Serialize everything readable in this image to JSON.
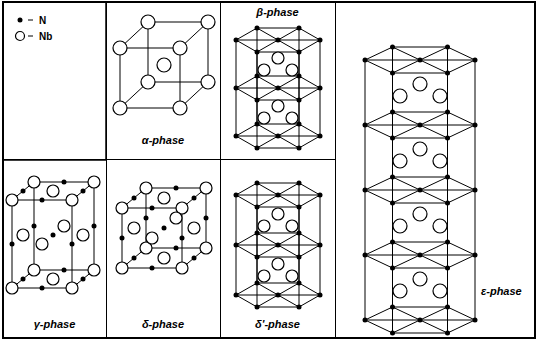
{
  "diagram": {
    "nodes": [
      {
        "text": [
          "α-phase"
        ]
      },
      {
        "text": [
          "β-phase"
        ]
      },
      {
        "text": [
          "ε-phase"
        ]
      },
      {
        "text": [
          "γ-phase"
        ]
      },
      {
        "text": [
          "δ-phase"
        ]
      },
      {
        "text": [
          "δ'-phase"
        ]
      }
    ],
    "legend": [
      {
        "text": "N"
      },
      {
        "text": "Nb"
      }
    ]
  }
}
